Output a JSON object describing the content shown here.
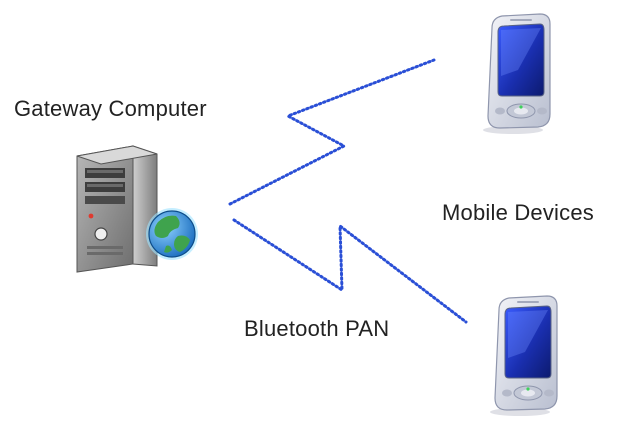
{
  "labels": {
    "gateway": "Gateway Computer",
    "mobile": "Mobile Devices",
    "link": "Bluetooth PAN"
  },
  "icons": {
    "gateway": "server-tower-with-globe-icon",
    "mobile": "pda-device-icon"
  },
  "colors": {
    "link": "#2a4fd6",
    "label": "#222222",
    "globe_water": "#2b8fd8",
    "globe_land": "#3fa34d",
    "pda_screen": "#1633b8",
    "pda_body": "#d6dae6",
    "server_body": "#9a9a9a"
  },
  "nodes": [
    {
      "id": "gateway",
      "type": "computer",
      "label": "Gateway Computer"
    },
    {
      "id": "device-1",
      "type": "mobile"
    },
    {
      "id": "device-2",
      "type": "mobile"
    }
  ],
  "edges": [
    {
      "from": "gateway",
      "to": "device-1",
      "style": "dotted-zigzag"
    },
    {
      "from": "gateway",
      "to": "device-2",
      "style": "dotted-zigzag",
      "label": "Bluetooth PAN"
    }
  ]
}
